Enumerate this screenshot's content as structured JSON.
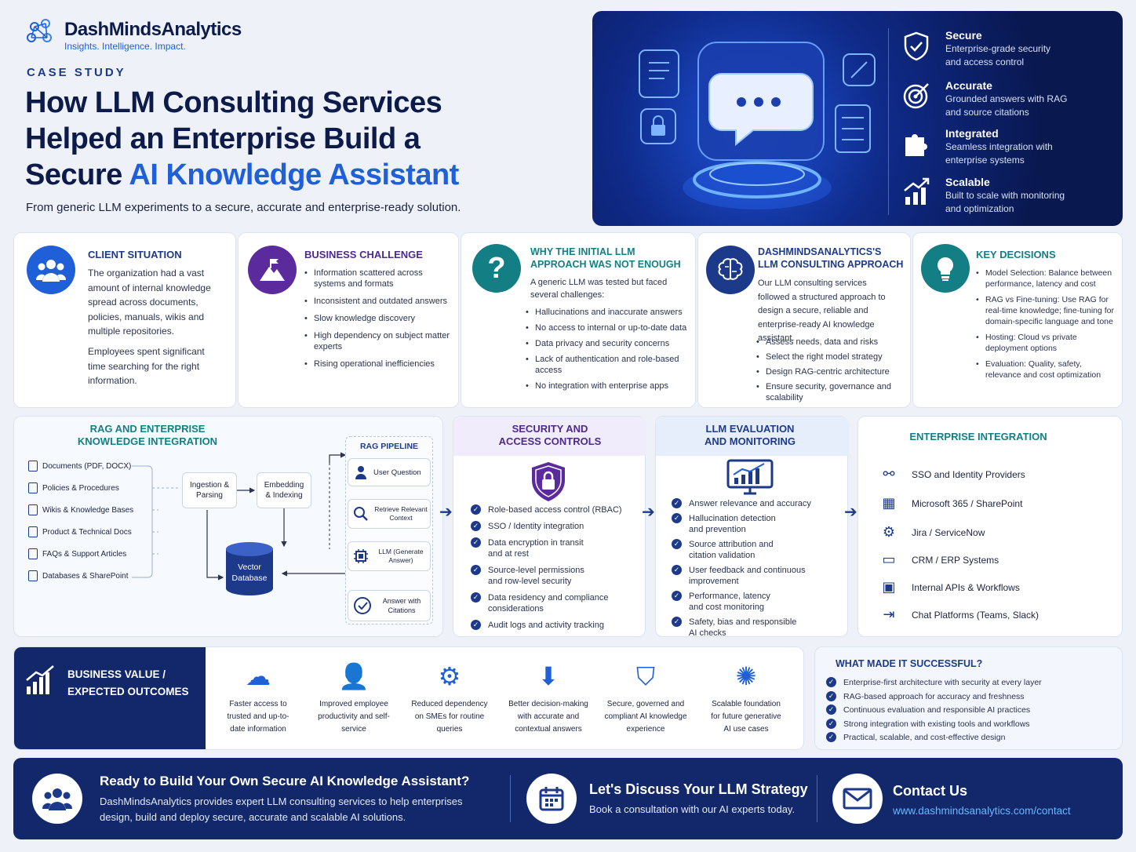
{
  "brand": {
    "name": "DashMindsAnalytics",
    "tagline": "Insights. Intelligence. Impact."
  },
  "hero": {
    "eyebrow": "CASE STUDY",
    "title_line1": "How LLM Consulting Services",
    "title_line2": "Helped an Enterprise Build a",
    "title_line3_plain": "Secure ",
    "title_line3_accent": "AI Knowledge Assistant",
    "subtitle": "From generic LLM experiments to a secure, accurate and enterprise-ready solution."
  },
  "features": [
    {
      "title": "Secure",
      "desc1": "Enterprise-grade security",
      "desc2": "and access control",
      "icon": "shield-check-icon"
    },
    {
      "title": "Accurate",
      "desc1": "Grounded answers with RAG",
      "desc2": "and source citations",
      "icon": "target-icon"
    },
    {
      "title": "Integrated",
      "desc1": "Seamless integration with",
      "desc2": "enterprise systems",
      "icon": "puzzle-icon"
    },
    {
      "title": "Scalable",
      "desc1": "Built to scale with monitoring",
      "desc2": "and optimization",
      "icon": "growth-chart-icon"
    }
  ],
  "client_situation": {
    "title": "CLIENT SITUATION",
    "p1": "The organization had a vast amount of internal knowledge spread across documents, policies, manuals, wikis and multiple repositories.",
    "p2": "Employees spent significant time searching for the right information."
  },
  "business_challenge": {
    "title": "BUSINESS CHALLENGE",
    "items": [
      "Information scattered across systems and formats",
      "Inconsistent and outdated answers",
      "Slow knowledge discovery",
      "High dependency on subject matter experts",
      "Rising operational inefficiencies"
    ]
  },
  "why_initial": {
    "title_line1": "WHY THE INITIAL LLM",
    "title_line2": "APPROACH WAS NOT ENOUGH",
    "intro": "A generic LLM was tested but faced several challenges:",
    "items": [
      "Hallucinations and inaccurate answers",
      "No access to internal or up-to-date data",
      "Data privacy and security concerns",
      "Lack of authentication and role-based access",
      "No integration with enterprise apps"
    ]
  },
  "approach": {
    "title_line1": "DASHMINDSANALYTICS'S",
    "title_line2": "LLM CONSULTING APPROACH",
    "intro": "Our LLM consulting services followed a structured approach to design a secure, reliable and enterprise-ready AI knowledge assistant.",
    "items": [
      "Assess needs, data and risks",
      "Select the right model strategy",
      "Design RAG-centric architecture",
      "Ensure security, governance and scalability"
    ]
  },
  "key_decisions": {
    "title": "KEY DECISIONS",
    "items": [
      "Model Selection: Balance between performance, latency and cost",
      "RAG vs Fine-tuning: Use RAG for real-time knowledge; fine-tuning for domain-specific language and tone",
      "Hosting: Cloud vs private deployment options",
      "Evaluation: Quality, safety, relevance and cost optimization"
    ]
  },
  "rag": {
    "title_line1": "RAG AND ENTERPRISE",
    "title_line2": "KNOWLEDGE INTEGRATION",
    "sources": [
      "Documents (PDF, DOCX)",
      "Policies & Procedures",
      "Wikis & Knowledge Bases",
      "Product & Technical Docs",
      "FAQs & Support Articles",
      "Databases & SharePoint"
    ],
    "ingestion": "Ingestion & Parsing",
    "embedding": "Embedding & Indexing",
    "vector_db": "Vector Database",
    "pipeline_title": "RAG PIPELINE",
    "pipeline": [
      "User Question",
      "Retrieve Relevant Context",
      "LLM (Generate Answer)",
      "Answer with Citations"
    ]
  },
  "security": {
    "title_line1": "SECURITY AND",
    "title_line2": "ACCESS CONTROLS",
    "items": [
      "Role-based access control (RBAC)",
      "SSO / Identity integration",
      "Data encryption in transit and at rest",
      "Source-level permissions and row-level security",
      "Data residency and compliance considerations",
      "Audit logs and activity tracking"
    ]
  },
  "evaluation": {
    "title_line1": "LLM EVALUATION",
    "title_line2": "AND MONITORING",
    "items": [
      "Answer relevance and accuracy",
      "Hallucination detection and prevention",
      "Source attribution and citation validation",
      "User feedback and continuous improvement",
      "Performance, latency and cost monitoring",
      "Safety, bias and responsible AI checks"
    ]
  },
  "integration": {
    "title": "ENTERPRISE INTEGRATION",
    "items": [
      "SSO and Identity Providers",
      "Microsoft 365 / SharePoint",
      "Jira / ServiceNow",
      "CRM / ERP Systems",
      "Internal APIs & Workflows",
      "Chat Platforms (Teams, Slack)"
    ]
  },
  "business_value": {
    "title_line1": "BUSINESS VALUE /",
    "title_line2": "EXPECTED OUTCOMES",
    "items": [
      {
        "text": "Faster access to trusted and up-to-date information",
        "icon": "cloud-icon"
      },
      {
        "text": "Improved employee productivity and self-service",
        "icon": "user-icon"
      },
      {
        "text": "Reduced dependency on SMEs for routine queries",
        "icon": "gear-icon"
      },
      {
        "text": "Better decision-making with accurate and contextual answers",
        "icon": "cloud-download-icon"
      },
      {
        "text": "Secure, governed and compliant AI knowledge experience",
        "icon": "shield-icon"
      },
      {
        "text": "Scalable foundation for future generative AI use cases",
        "icon": "network-gear-icon"
      }
    ]
  },
  "success": {
    "title": "WHAT MADE IT SUCCESSFUL?",
    "items": [
      "Enterprise-first architecture with security at every layer",
      "RAG-based approach for accuracy and freshness",
      "Continuous evaluation and responsible AI practices",
      "Strong integration with existing tools and workflows",
      "Practical, scalable, and cost-effective design"
    ]
  },
  "footer": {
    "cta_title": "Ready to Build Your Own Secure AI Knowledge Assistant?",
    "cta_desc": "DashMindsAnalytics provides expert LLM consulting services to help enterprises design, build and deploy secure, accurate and scalable AI solutions.",
    "discuss_title": "Let's Discuss Your LLM Strategy",
    "discuss_desc": "Book a consultation with our AI experts today.",
    "contact_title": "Contact Us",
    "contact_url": "www.dashmindsanalytics.com/contact"
  },
  "colors": {
    "navy": "#0d1b4b",
    "accent": "#1f5fd8",
    "deep_blue": "#12286b"
  }
}
